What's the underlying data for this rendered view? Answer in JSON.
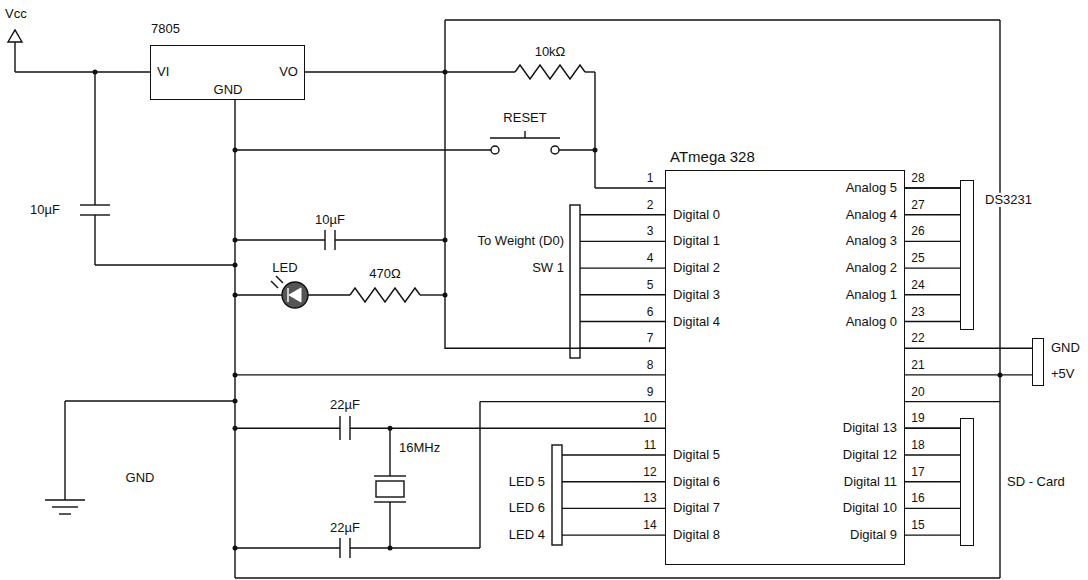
{
  "diagram": {
    "nodes": [
      {
        "text": [
          "7805",
          "VI",
          "VO",
          "GND"
        ]
      },
      {
        "text": [
          "ATmega 328"
        ]
      },
      {
        "text": [
          "DS3231"
        ]
      },
      {
        "text": [
          "GND",
          "+5V"
        ]
      },
      {
        "text": [
          "SD - Card"
        ]
      }
    ],
    "edges": [
      {
        "from": 0,
        "to": 1,
        "arrow": "none"
      },
      {
        "from": 1,
        "to": 2,
        "arrow": "none"
      },
      {
        "from": 1,
        "to": 3,
        "arrow": "none"
      },
      {
        "from": 1,
        "to": 4,
        "arrow": "none"
      }
    ],
    "labels": [
      "Vcc",
      "10µF",
      "10kΩ",
      "RESET",
      "10µF",
      "LED",
      "470Ω",
      "To Weight (D0)",
      "SW 1",
      "22µF",
      "16MHz",
      "GND",
      "22µF",
      "LED 5",
      "LED 6",
      "LED 4",
      "1",
      "2",
      "3",
      "4",
      "5",
      "6",
      "7",
      "8",
      "9",
      "10",
      "11",
      "12",
      "13",
      "14",
      "15",
      "16",
      "17",
      "18",
      "19",
      "20",
      "21",
      "22",
      "23",
      "24",
      "25",
      "26",
      "27",
      "28",
      "Digital 0",
      "Digital 1",
      "Digital 2",
      "Digital 3",
      "Digital 4",
      "Digital 5",
      "Digital 6",
      "Digital 7",
      "Digital 8",
      "Analog 5",
      "Analog 4",
      "Analog 3",
      "Analog 2",
      "Analog 1",
      "Analog 0",
      "Digital 13",
      "Digital 12",
      "Digital 11",
      "Digital 10",
      "Digital 9"
    ]
  }
}
